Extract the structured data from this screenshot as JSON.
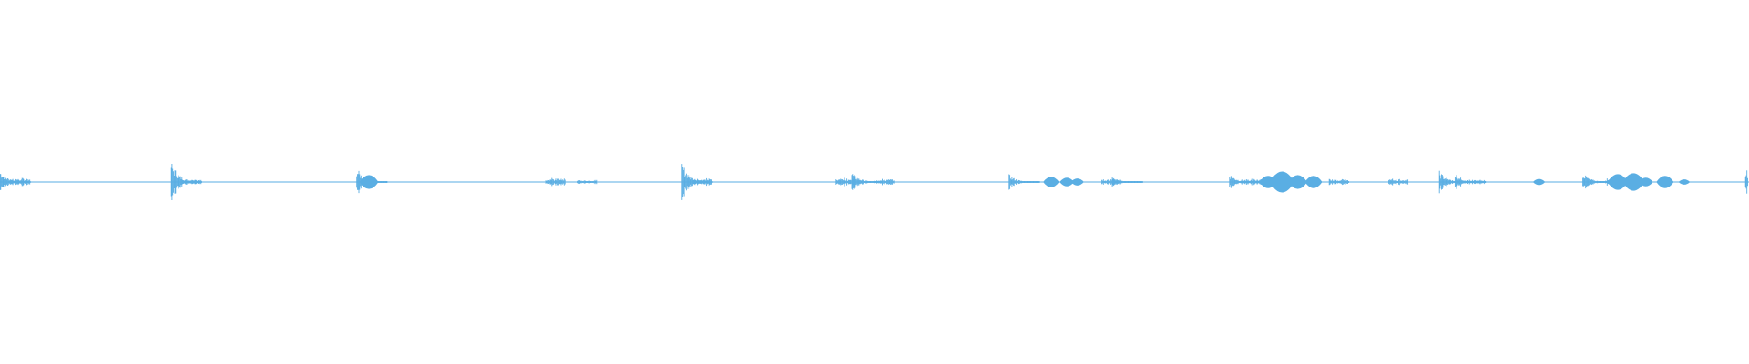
{
  "waveform": {
    "color": "#5aaee3",
    "background": "#ffffff",
    "duration_fraction_max": 1.0,
    "events": [
      {
        "t": 0.0,
        "amp": 0.28,
        "type": "burst"
      },
      {
        "t": 0.006,
        "amp": 0.1,
        "type": "noise"
      },
      {
        "t": 0.098,
        "amp": 0.5,
        "type": "burst"
      },
      {
        "t": 0.104,
        "amp": 0.06,
        "type": "noise"
      },
      {
        "t": 0.204,
        "amp": 0.34,
        "type": "burst"
      },
      {
        "t": 0.211,
        "amp": 0.16,
        "type": "blob"
      },
      {
        "t": 0.312,
        "amp": 0.1,
        "type": "noise"
      },
      {
        "t": 0.33,
        "amp": 0.05,
        "type": "noise"
      },
      {
        "t": 0.39,
        "amp": 0.46,
        "type": "burst"
      },
      {
        "t": 0.396,
        "amp": 0.1,
        "type": "noise"
      },
      {
        "t": 0.478,
        "amp": 0.12,
        "type": "noise"
      },
      {
        "t": 0.487,
        "amp": 0.24,
        "type": "burst"
      },
      {
        "t": 0.5,
        "amp": 0.08,
        "type": "noise"
      },
      {
        "t": 0.577,
        "amp": 0.18,
        "type": "burst"
      },
      {
        "t": 0.601,
        "amp": 0.12,
        "type": "blob"
      },
      {
        "t": 0.61,
        "amp": 0.1,
        "type": "blob"
      },
      {
        "t": 0.616,
        "amp": 0.08,
        "type": "blob"
      },
      {
        "t": 0.63,
        "amp": 0.08,
        "type": "noise"
      },
      {
        "t": 0.636,
        "amp": 0.12,
        "type": "burst"
      },
      {
        "t": 0.703,
        "amp": 0.2,
        "type": "burst"
      },
      {
        "t": 0.71,
        "amp": 0.08,
        "type": "noise"
      },
      {
        "t": 0.725,
        "amp": 0.14,
        "type": "blob"
      },
      {
        "t": 0.733,
        "amp": 0.24,
        "type": "blob"
      },
      {
        "t": 0.742,
        "amp": 0.16,
        "type": "blob"
      },
      {
        "t": 0.751,
        "amp": 0.14,
        "type": "blob"
      },
      {
        "t": 0.76,
        "amp": 0.08,
        "type": "noise"
      },
      {
        "t": 0.794,
        "amp": 0.08,
        "type": "noise"
      },
      {
        "t": 0.823,
        "amp": 0.26,
        "type": "burst"
      },
      {
        "t": 0.832,
        "amp": 0.22,
        "type": "burst"
      },
      {
        "t": 0.838,
        "amp": 0.06,
        "type": "noise"
      },
      {
        "t": 0.88,
        "amp": 0.07,
        "type": "blob"
      },
      {
        "t": 0.905,
        "amp": 0.22,
        "type": "burst"
      },
      {
        "t": 0.918,
        "amp": 0.12,
        "type": "noise"
      },
      {
        "t": 0.925,
        "amp": 0.18,
        "type": "blob"
      },
      {
        "t": 0.934,
        "amp": 0.2,
        "type": "blob"
      },
      {
        "t": 0.941,
        "amp": 0.1,
        "type": "blob"
      },
      {
        "t": 0.952,
        "amp": 0.14,
        "type": "blob"
      },
      {
        "t": 0.963,
        "amp": 0.06,
        "type": "blob"
      },
      {
        "t": 0.998,
        "amp": 0.34,
        "type": "burst"
      }
    ]
  }
}
